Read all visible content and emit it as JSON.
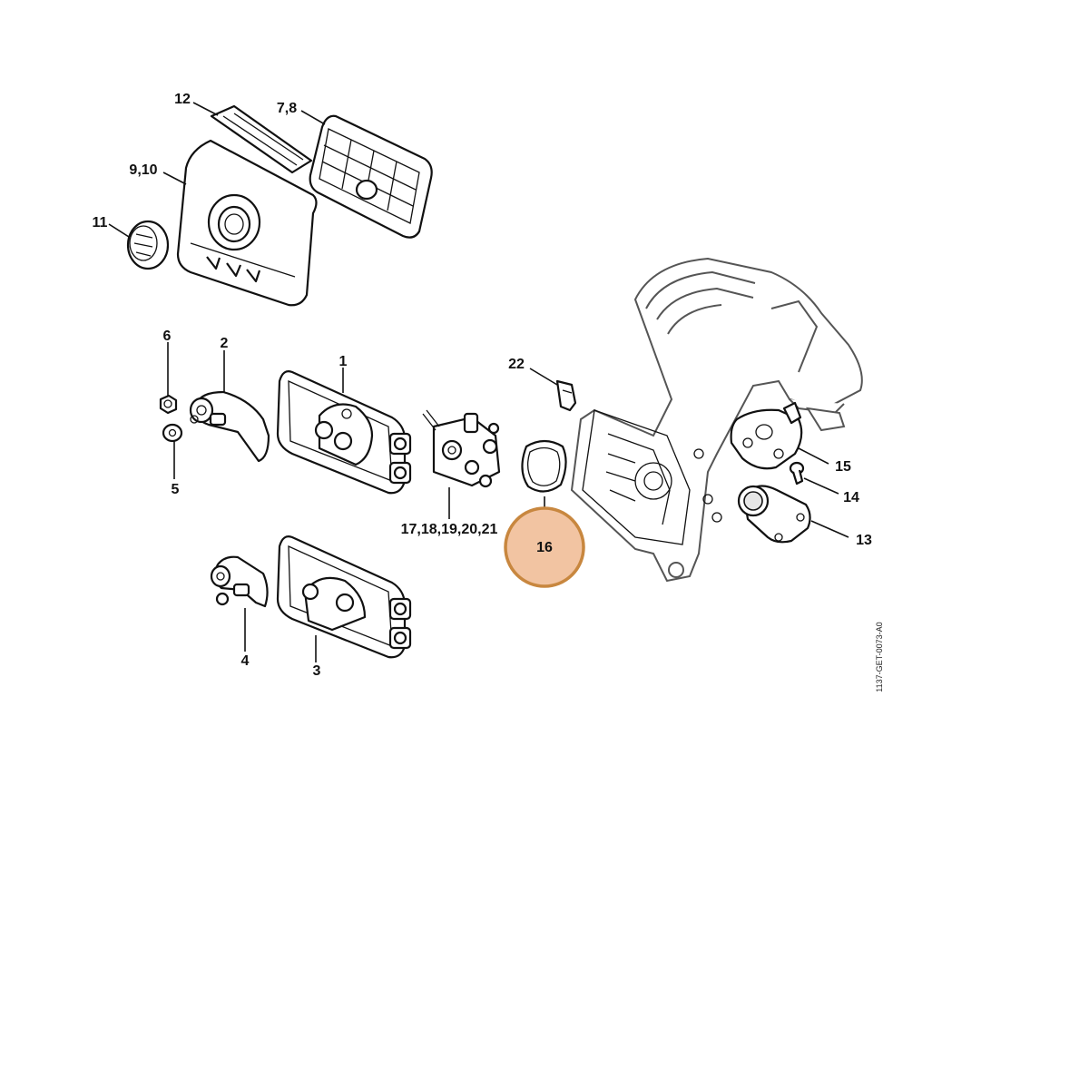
{
  "drawing_id": "1137-GET-0073-A0",
  "highlight": {
    "label": "16",
    "fill_color": "#f2c4a2",
    "ring_color": "#c8873f"
  },
  "callouts": {
    "c12": "12",
    "c78": "7,8",
    "c910": "9,10",
    "c11": "11",
    "c6": "6",
    "c2": "2",
    "c1": "1",
    "c5": "5",
    "c22": "22",
    "c17": "17,18,19,20,21",
    "c15": "15",
    "c14": "14",
    "c13": "13",
    "c4": "4",
    "c3": "3"
  }
}
